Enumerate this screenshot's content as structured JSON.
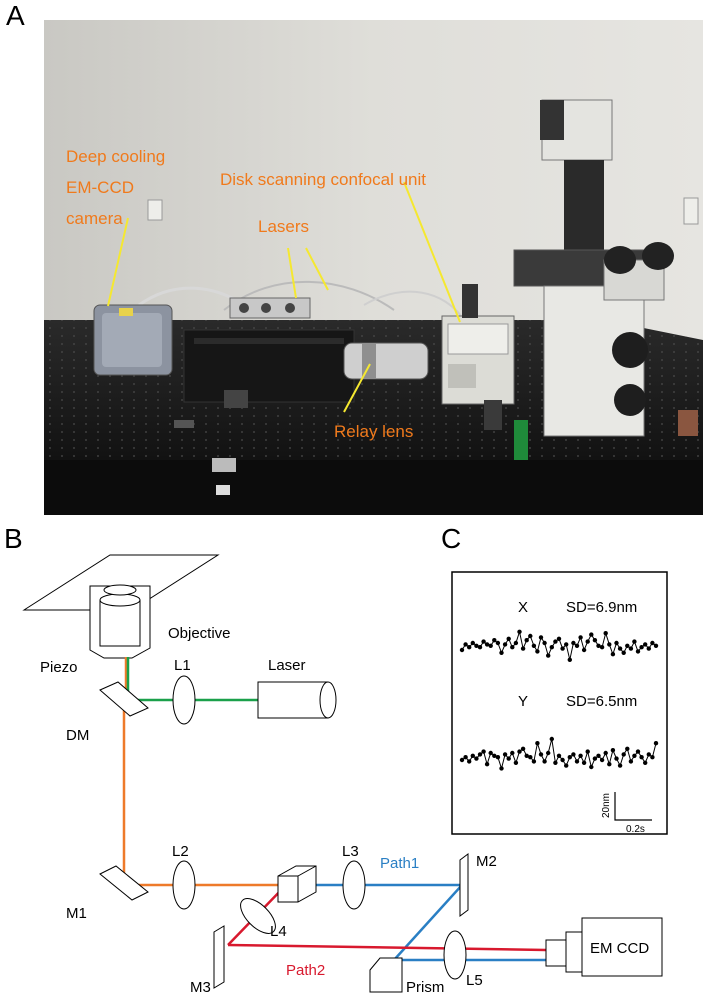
{
  "figure": {
    "panel_a": {
      "letter": "A",
      "annotations": {
        "camera_line1": "Deep cooling",
        "camera_line2": "EM-CCD",
        "camera_line3": "camera",
        "lasers": "Lasers",
        "confocal": "Disk scanning confocal unit",
        "relay": "Relay lens"
      },
      "colors": {
        "annotation": "#f07a1c",
        "leader": "#f5e830"
      }
    },
    "panel_b": {
      "letter": "B",
      "labels": {
        "objective": "Objective",
        "piezo": "Piezo",
        "laser": "Laser",
        "l1": "L1",
        "l2": "L2",
        "l3": "L3",
        "l4": "L4",
        "l5": "L5",
        "dm": "DM",
        "m1": "M1",
        "m2": "M2",
        "m3": "M3",
        "path1": "Path1",
        "path2": "Path2",
        "prism": "Prism",
        "emccd": "EM CCD"
      },
      "colors": {
        "green": "#1aa04a",
        "orange": "#ee7a2a",
        "blue": "#2a7fc4",
        "red": "#d8192e"
      }
    },
    "panel_c": {
      "letter": "C",
      "x_label": "X",
      "x_sd": "SD=6.9nm",
      "y_label": "Y",
      "y_sd": "SD=6.5nm",
      "scale_y": "20nm",
      "scale_x": "0.2s"
    }
  },
  "chart_data": {
    "type": "line",
    "title": "",
    "xlabel": "",
    "ylabel": "",
    "scale_bar": {
      "vertical": "20nm",
      "horizontal": "0.2s"
    },
    "series": [
      {
        "name": "X",
        "values": [
          0,
          4,
          2,
          5,
          3,
          2,
          6,
          4,
          3,
          7,
          5,
          -2,
          4,
          8,
          2,
          5,
          13,
          1,
          7,
          10,
          3,
          -1,
          9,
          5,
          -4,
          2,
          6,
          8,
          1,
          4,
          -7,
          5,
          3,
          9,
          0,
          6,
          11,
          7,
          3,
          2,
          12,
          4,
          -3,
          5,
          1,
          -2,
          3,
          1,
          6,
          -1,
          2,
          4,
          1,
          5,
          3
        ],
        "sd": "SD=6.9nm"
      },
      {
        "name": "Y",
        "values": [
          0,
          2,
          -1,
          3,
          1,
          4,
          6,
          -3,
          5,
          3,
          2,
          -6,
          4,
          1,
          5,
          -2,
          6,
          8,
          3,
          2,
          -1,
          12,
          4,
          -1,
          5,
          15,
          -2,
          3,
          0,
          -4,
          2,
          4,
          -1,
          3,
          -2,
          6,
          -5,
          1,
          3,
          0,
          5,
          -3,
          7,
          1,
          -4,
          4,
          8,
          -1,
          3,
          6,
          2,
          -2,
          4,
          2,
          12
        ],
        "sd": "SD=6.5nm"
      }
    ]
  }
}
